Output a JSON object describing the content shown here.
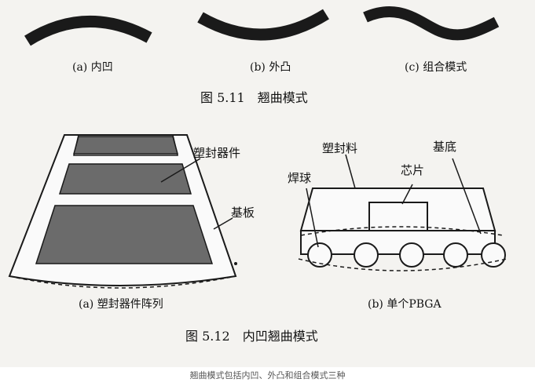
{
  "fig511": {
    "sub_a": "(a) 内凹",
    "sub_b": "(b) 外凸",
    "sub_c": "(c) 组合模式",
    "caption": "图 5.11　翘曲模式"
  },
  "fig512": {
    "left": {
      "label_devices": "塑封器件",
      "label_substrate": "基板",
      "sub_caption": "(a) 塑封器件阵列"
    },
    "right": {
      "label_mold": "塑封料",
      "label_substrate": "基底",
      "label_chip": "芯片",
      "label_ball": "焊球",
      "sub_caption": "(b) 单个PBGA"
    },
    "caption": "图 5.12　内凹翘曲模式"
  },
  "page_caption": "翘曲模式包括内凹、外凸和组合模式三种",
  "colors": {
    "ink": "#1a1a1a",
    "device_fill": "#6b6b6b",
    "paper": "#f4f3f0"
  }
}
